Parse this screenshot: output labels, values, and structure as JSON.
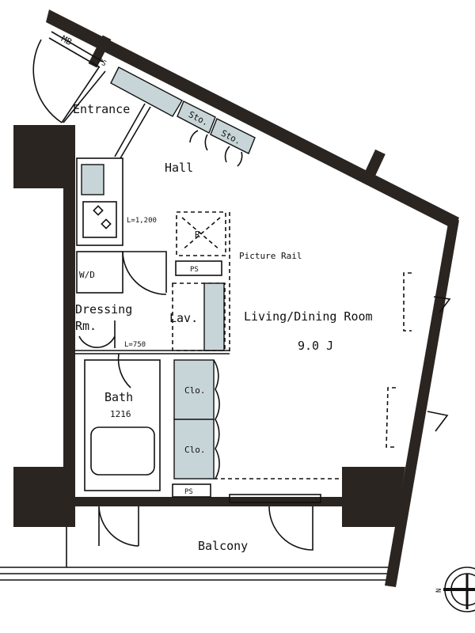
{
  "floor_plan": {
    "labels": {
      "mb": "MB",
      "ps_entrance": "PS",
      "entrance": "Entrance",
      "storage_1": "Sto.",
      "storage_2": "Sto.",
      "hall": "Hall",
      "kitchen_length": "L=1,200",
      "refrigerator": "R",
      "picture_rail": "Picture Rail",
      "ps_kitchen": "PS",
      "washer_dryer": "W/D",
      "dressing": "Dressing",
      "dressing_rm": "Rm.",
      "lavatory": "Lav.",
      "lav_length": "L=750",
      "living_dining": "Living/Dining Room",
      "living_size": "9.0 J",
      "bath": "Bath",
      "bath_size": "1216",
      "closet_1": "Clo.",
      "closet_2": "Clo.",
      "ps_bottom": "PS",
      "balcony": "Balcony",
      "north": "N"
    },
    "colors": {
      "wall": "#2b2522",
      "fixture_fill": "#c8d5d8"
    }
  }
}
